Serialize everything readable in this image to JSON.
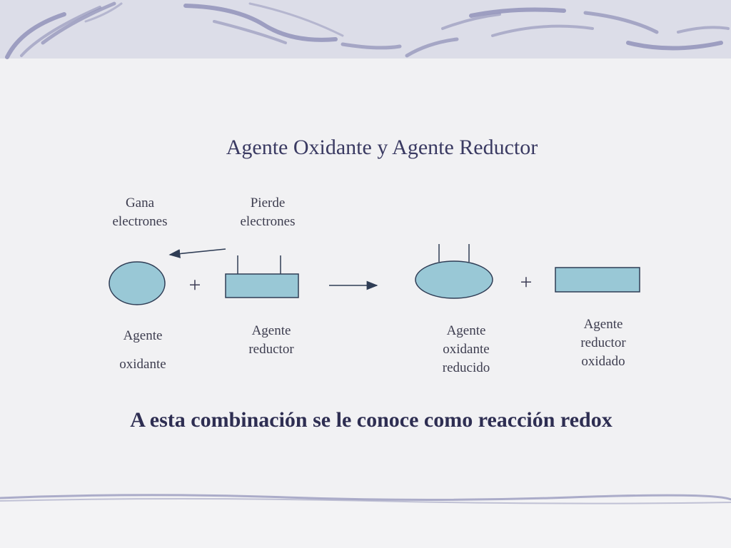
{
  "title": "Agente Oxidante y Agente Reductor",
  "labels": {
    "gana": [
      "Gana",
      "electrones"
    ],
    "pierde": [
      "Pierde",
      "electrones"
    ],
    "agente_oxidante": [
      "Agente",
      "oxidante"
    ],
    "agente_reductor": [
      "Agente",
      "reductor"
    ],
    "agente_oxidante_reducido": [
      "Agente",
      "oxidante",
      "reducido"
    ],
    "agente_reductor_oxidado": [
      "Agente",
      "reductor",
      "oxidado"
    ]
  },
  "plus_sign": "+",
  "conclusion": "A esta combinación se le conoce como reacción redox",
  "colors": {
    "shape_fill": "#99c8d6",
    "shape_stroke": "#2f3d55",
    "band": "#dcdde8",
    "swirl": "#8d8fb6"
  }
}
